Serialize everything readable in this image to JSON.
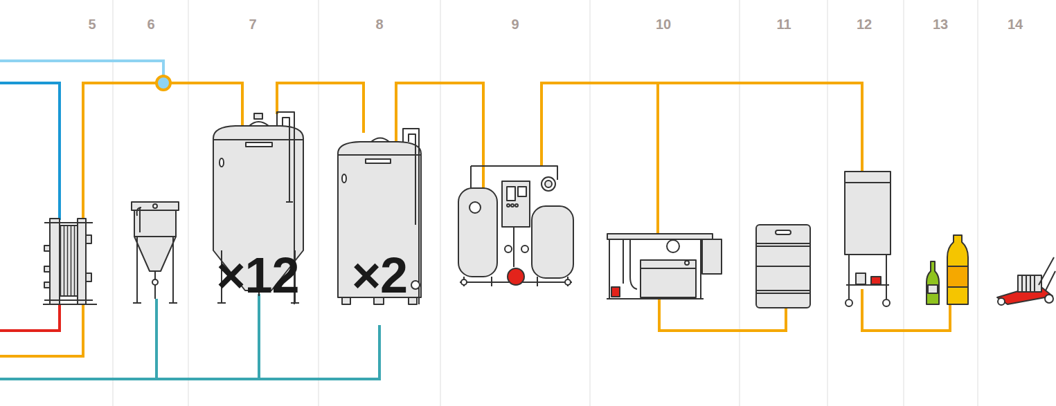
{
  "diagram": {
    "labels": [
      "5",
      "6",
      "7",
      "8",
      "9",
      "10",
      "11",
      "12",
      "13",
      "14",
      "×12",
      "×2"
    ]
  }
}
